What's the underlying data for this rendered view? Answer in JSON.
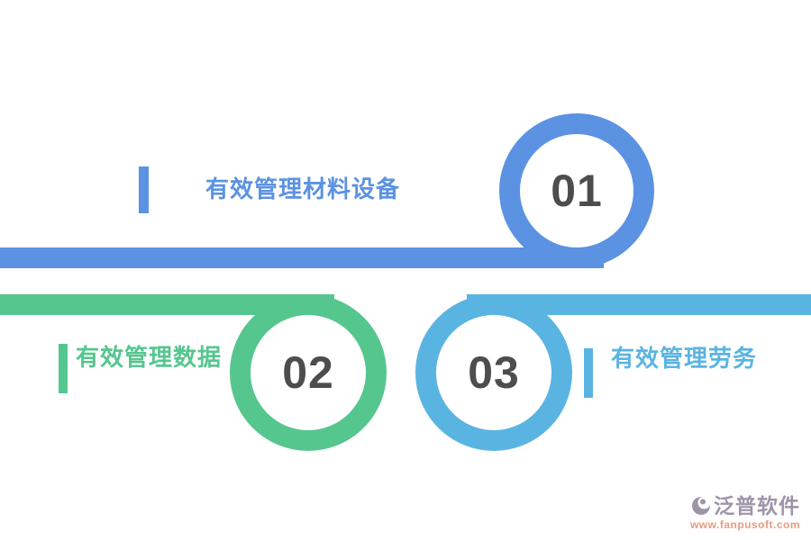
{
  "items": [
    {
      "number": "01",
      "label": "有效管理材料设备",
      "color": "#5B92E2"
    },
    {
      "number": "02",
      "label": "有效管理数据",
      "color": "#56C68F"
    },
    {
      "number": "03",
      "label": "有效管理劳务",
      "color": "#5AB4E2"
    }
  ],
  "number_color": "#4D4D4D",
  "footer_logo": {
    "brand": "泛普软件",
    "url": "www.fanpusoft.com",
    "brand_color": "#9C95A9",
    "url_color": "#E69C80"
  }
}
